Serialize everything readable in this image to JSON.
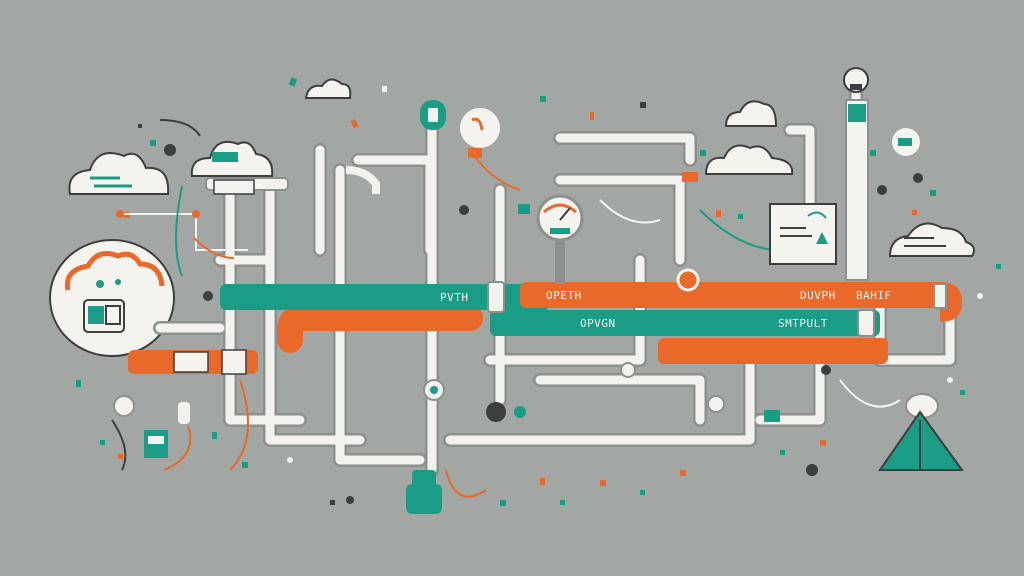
{
  "colors": {
    "background": "#a3a7a3",
    "teal": "#1a9c86",
    "orange": "#e8692a",
    "pipe_white": "#f2f2ef",
    "pipe_outline": "#8c918d",
    "dark": "#3c3f3e",
    "card": "#f4f3ee"
  },
  "labels": {
    "teal_upper": "PVTH",
    "orange_upper_left": "OPETH",
    "orange_upper_right": "DUVPH",
    "orange_upper_far": "BAHIF",
    "teal_lower_left": "OPVGN",
    "teal_lower_right": "SMTPULT"
  },
  "icons": [
    "cloud-icon",
    "gauge-icon",
    "lightbulb-icon",
    "document-icon",
    "computer-icon",
    "lab-flask-icon",
    "valve-icon"
  ]
}
